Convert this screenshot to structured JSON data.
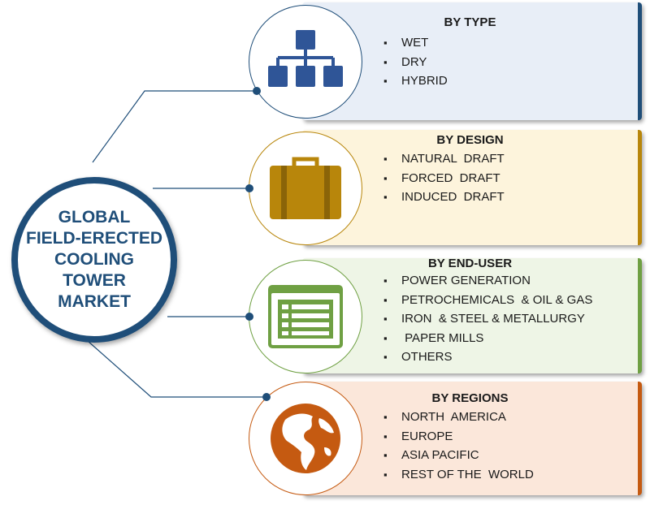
{
  "hub": {
    "title": "GLOBAL\nFIELD-ERECTED\nCOOLING\nTOWER\nMARKET",
    "color": "#1f4e79"
  },
  "segments": [
    {
      "title": "BY TYPE",
      "items": [
        "WET",
        "DRY",
        "HYBRID"
      ],
      "icon": "hierarchy-icon",
      "accent": "#1f4e79",
      "fill": "#e8eef7"
    },
    {
      "title": "BY DESIGN",
      "items": [
        "NATURAL  DRAFT",
        "FORCED  DRAFT",
        "INDUCED  DRAFT"
      ],
      "icon": "briefcase-icon",
      "accent": "#b8860b",
      "fill": "#fdf4dc"
    },
    {
      "title": "BY END-USER",
      "items": [
        "POWER GENERATION",
        "PETROCHEMICALS  & OIL & GAS",
        "IRON  & STEEL & METALLURGY",
        " PAPER MILLS",
        "OTHERS"
      ],
      "icon": "list-window-icon",
      "accent": "#6fa043",
      "fill": "#eef5e6"
    },
    {
      "title": "BY REGIONS",
      "items": [
        "NORTH  AMERICA",
        "EUROPE",
        "ASIA PACIFIC",
        "REST OF THE  WORLD"
      ],
      "icon": "globe-icon",
      "accent": "#c55a11",
      "fill": "#fbe7da"
    }
  ]
}
